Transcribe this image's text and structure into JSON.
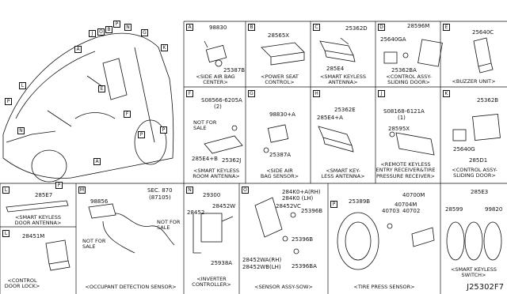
{
  "diagram_code": "J25302F7",
  "callouts": [
    "A",
    "B",
    "C",
    "D",
    "E",
    "F",
    "G",
    "H",
    "J",
    "K",
    "L",
    "M",
    "N",
    "O",
    "P"
  ],
  "panels": {
    "A": {
      "tag": "A",
      "parts": [
        "98830",
        "25387B"
      ],
      "caption": [
        "<SIDE AIR BAG",
        "CENTER>"
      ]
    },
    "B": {
      "tag": "B",
      "parts": [
        "28565X"
      ],
      "caption": [
        "<POWER SEAT",
        "CONTROL>"
      ]
    },
    "C": {
      "tag": "C",
      "parts": [
        "25362D",
        "285E4"
      ],
      "caption": [
        "<SMART KEYLESS",
        "ANTENNA>"
      ]
    },
    "D": {
      "tag": "D",
      "parts": [
        "28596M",
        "25640GA",
        "25362BA"
      ],
      "caption": [
        "<CONTROL ASSY-",
        "SLIDING DOOR>"
      ]
    },
    "E": {
      "tag": "E",
      "parts": [
        "25640C"
      ],
      "caption": [
        "<BUZZER UNIT>"
      ]
    },
    "F": {
      "tag": "F",
      "parts": [
        "S08566-6205A",
        "(2)",
        "285E4+B",
        "25362J"
      ],
      "not_for_sale": [
        "NOT FOR",
        "SALE"
      ],
      "caption": [
        "<SMART KEYLESS",
        "ROOM ANTENNA>"
      ]
    },
    "G": {
      "tag": "G",
      "parts": [
        "98830+A",
        "25387A"
      ],
      "caption": [
        "<SIDE AIR",
        "BAG SENSOR>"
      ]
    },
    "H": {
      "tag": "H",
      "parts": [
        "25362E",
        "285E4+A"
      ],
      "caption": [
        "<SMART KEY-",
        "LESS ANTENNA>"
      ]
    },
    "J": {
      "tag": "J",
      "parts": [
        "S08168-6121A",
        "(1)",
        "28595X"
      ],
      "caption": [
        "<REMOTE KEYLESS",
        "ENTRY RECEIVER&TIRE",
        "PRESSURE RECEIVER>"
      ]
    },
    "K": {
      "tag": "K",
      "parts": [
        "25362B",
        "25640G",
        "285D1"
      ],
      "caption": [
        "<CONTROL ASSY-",
        "SLIDING DOOR>"
      ]
    },
    "L": {
      "tag": "L",
      "parts": [
        "285E7"
      ],
      "caption": [
        "<SMART KEYLESS",
        "DOOR ANTENNA>"
      ]
    },
    "L2": {
      "tag": "L",
      "parts": [
        "28451M"
      ],
      "caption": [
        "<CONTROL",
        "DOOR LOCK>"
      ]
    },
    "M": {
      "tag": "M",
      "parts": [
        "98856",
        "SEC. 870",
        "(87105)"
      ],
      "not_for_sale": [
        "NOT FOR",
        "SALE"
      ],
      "caption": [
        "<OCCUPANT DETECTION SENSOR>"
      ]
    },
    "N": {
      "tag": "N",
      "parts": [
        "28452",
        "28452W",
        "29300",
        "25938A"
      ],
      "caption": [
        "<INVERTER",
        "CONTROLLER>"
      ]
    },
    "O": {
      "tag": "O",
      "parts": [
        "284K0+A(RH)",
        "284K0 (LH)",
        "28452VC",
        "25396B",
        "25396B",
        "28452WA(RH)",
        "28452WB(LH)",
        "25396BA"
      ],
      "caption": [
        "<SENSOR ASSY-SOW>"
      ]
    },
    "P": {
      "tag": "P",
      "parts": [
        "25389B",
        "40700M",
        "40704M",
        "40703",
        "40702"
      ],
      "caption": [
        "<TIRE PRESS SENSOR>"
      ]
    },
    "Q": {
      "parts": [
        "285E3",
        "28599",
        "99820"
      ],
      "caption": [
        "<SMART KEYLESS",
        "SWITCH>"
      ]
    }
  }
}
